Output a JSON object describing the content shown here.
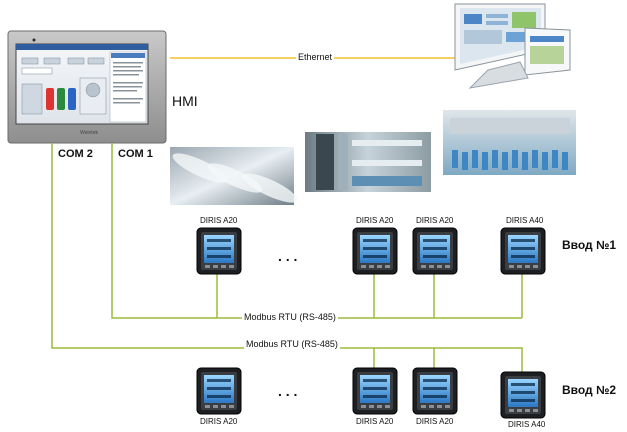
{
  "hmi": {
    "label": "HMI",
    "brand": "Weintek",
    "com1": "COM 1",
    "com2": "COM 2"
  },
  "ethernet": {
    "label": "Ethernet",
    "color": "#f2c12e"
  },
  "bus": {
    "color": "#9cbc3c"
  },
  "bus1": {
    "protocol": "Modbus RTU (RS-485)",
    "input_label": "Ввод №1",
    "meters": [
      "DIRIS A20",
      "DIRIS A20",
      "DIRIS A20",
      "DIRIS A40"
    ],
    "ellipsis": ". . ."
  },
  "bus2": {
    "protocol": "Modbus RTU (RS-485)",
    "input_label": "Ввод №2",
    "meters": [
      "DIRIS A20",
      "DIRIS A20",
      "DIRIS A20",
      "DIRIS A40"
    ],
    "ellipsis": ". . ."
  },
  "photos": [
    {
      "name": "bottle-line-photo-1",
      "subject": "bottles on conveyor"
    },
    {
      "name": "bottle-line-photo-2",
      "subject": "filling machine"
    },
    {
      "name": "bottle-line-photo-3",
      "subject": "bottling plant hall"
    }
  ],
  "pc": {
    "name": "scada-workstation",
    "icon": "monitor-icon"
  }
}
